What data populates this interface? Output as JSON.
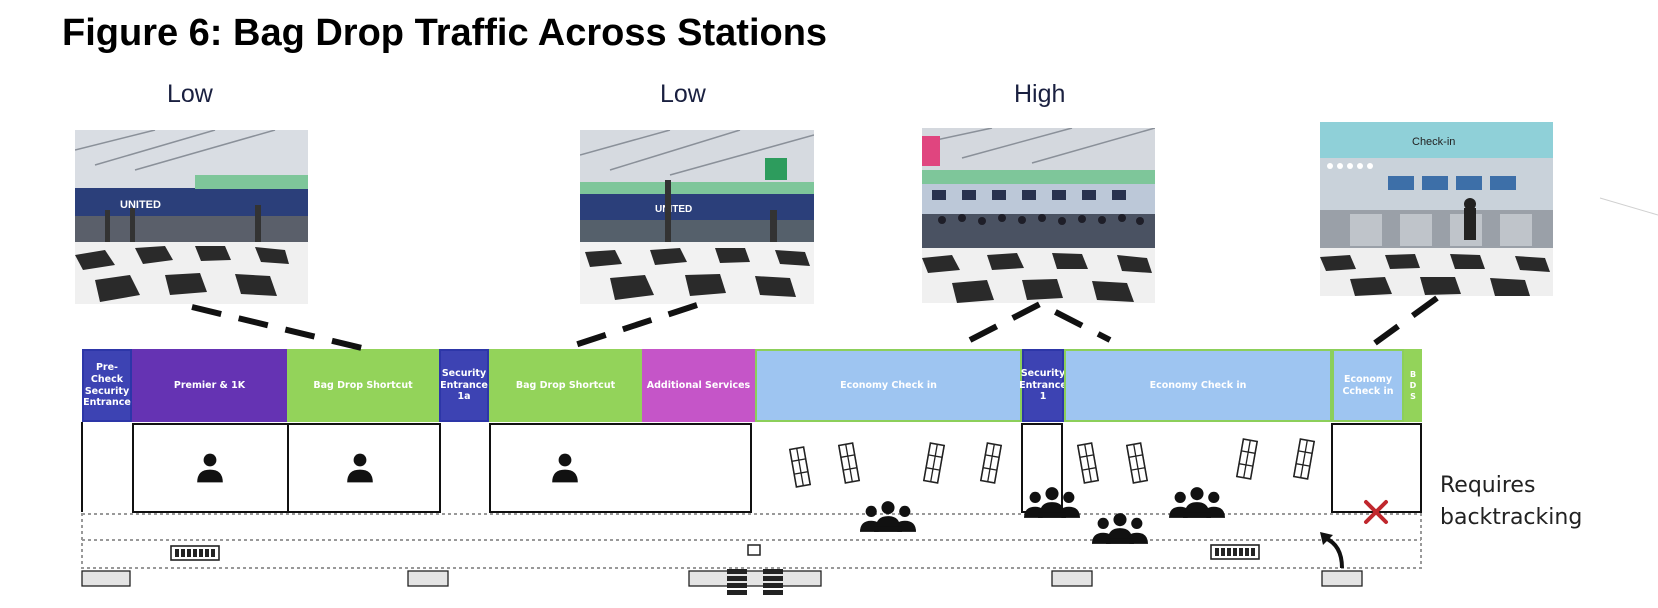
{
  "figure": {
    "title": "Figure 6: Bag Drop Traffic Across Stations"
  },
  "traffic_levels": [
    {
      "label": "Low"
    },
    {
      "label": "Low"
    },
    {
      "label": "High"
    }
  ],
  "photos": [
    {
      "sign": "UNITED"
    },
    {
      "sign": "UNITED"
    },
    {
      "sign": ""
    },
    {
      "sign": "Check-in"
    }
  ],
  "zones": [
    {
      "label": "Pre-Check Security Entrance",
      "color": "#3d43b3"
    },
    {
      "label": "Premier & 1K",
      "color": "#6533b3"
    },
    {
      "label": "Bag Drop Shortcut",
      "color": "#93d35a"
    },
    {
      "label": "Security Entrance 1a",
      "color": "#3d43b3"
    },
    {
      "label": "Bag Drop Shortcut",
      "color": "#93d35a"
    },
    {
      "label": "Additional Services",
      "color": "#c555c8"
    },
    {
      "label": "Economy Check in",
      "color": "#9ec5f1"
    },
    {
      "label": "Security Entrance 1",
      "color": "#3d43b3"
    },
    {
      "label": "Economy Check in",
      "color": "#9ec5f1"
    },
    {
      "label": "Economy Ccheck in",
      "color": "#9ec5f1"
    },
    {
      "label": "B D S",
      "color": "#93d35a"
    }
  ],
  "annotations": {
    "backtrack_note": "Requires backtracking",
    "blocked_marker_color": "#c0272d"
  },
  "icons": {
    "single_agent": "person-icon",
    "crowd": "crowd-icon",
    "kiosk": "kiosk-icon",
    "bag_belt": "conveyor-icon",
    "blocked": "red-x-icon",
    "path": "curved-arrow-icon"
  }
}
